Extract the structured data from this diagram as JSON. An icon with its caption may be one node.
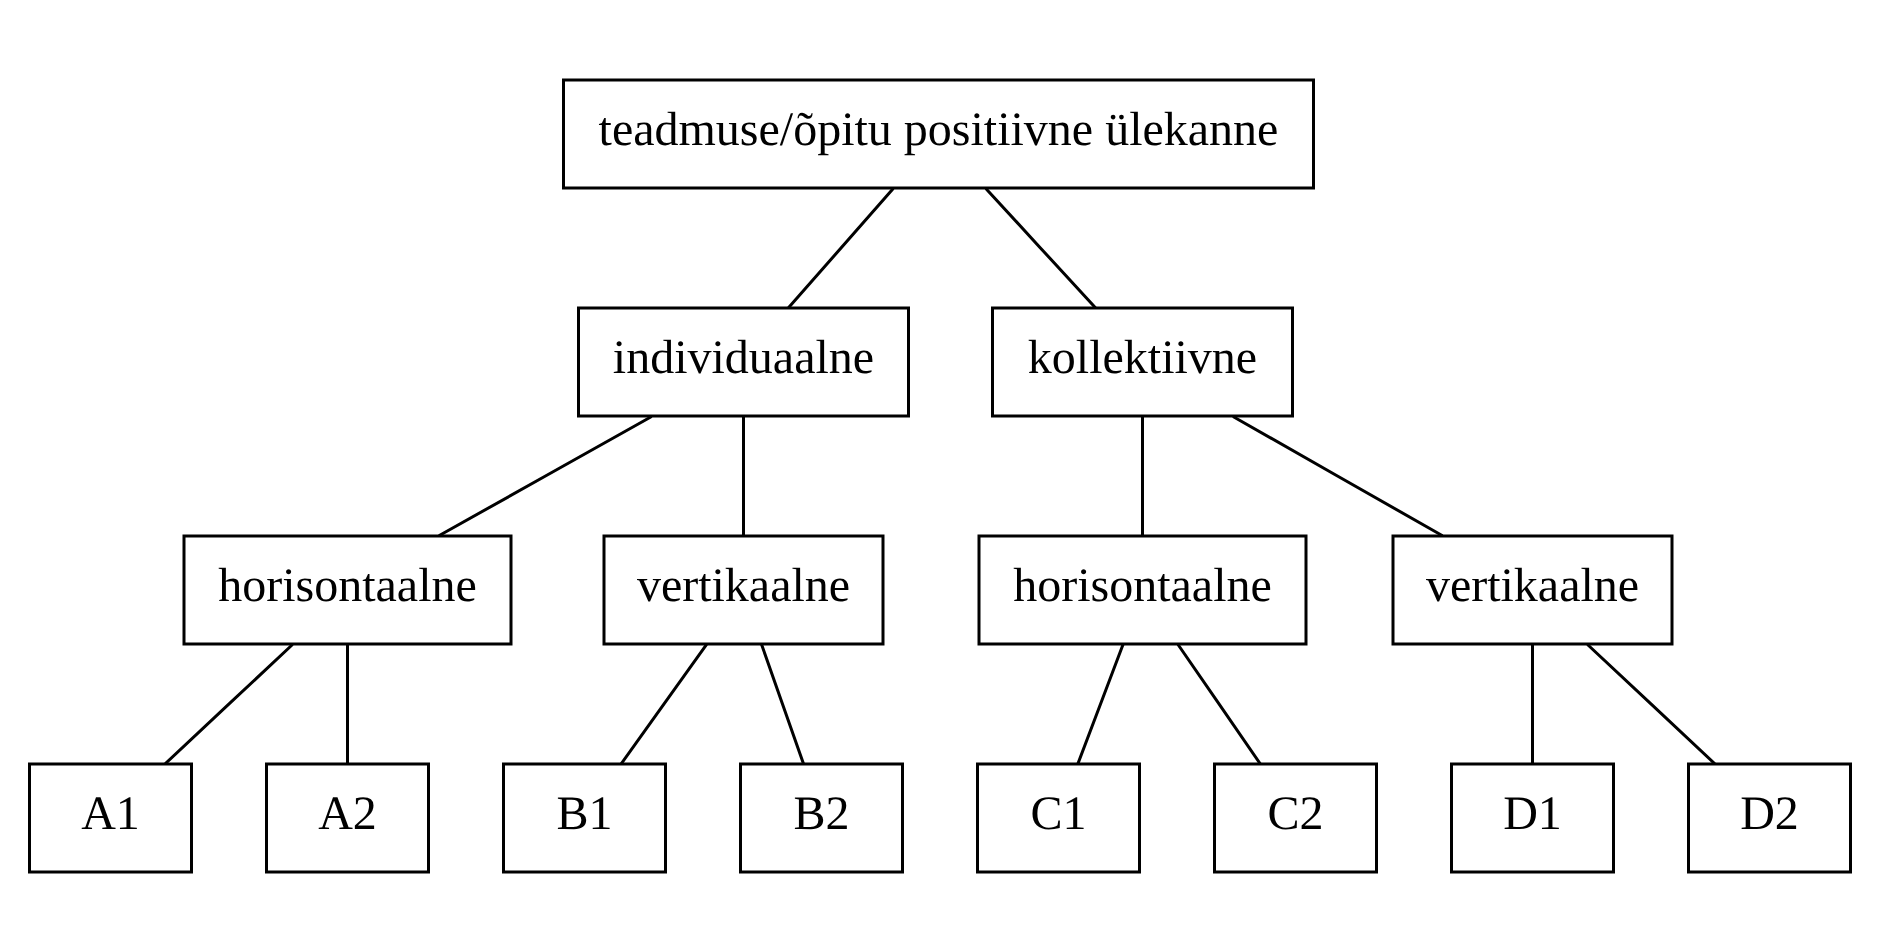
{
  "diagram": {
    "nodes": [
      {
        "text": [
          "teadmuse/õpitu positiivne ülekanne"
        ]
      },
      {
        "text": [
          "individuaalne"
        ]
      },
      {
        "text": [
          "kollektiivne"
        ]
      },
      {
        "text": [
          "horisontaalne"
        ]
      },
      {
        "text": [
          "vertikaalne"
        ]
      },
      {
        "text": [
          "horisontaalne"
        ]
      },
      {
        "text": [
          "vertikaalne"
        ]
      },
      {
        "text": [
          "A1"
        ]
      },
      {
        "text": [
          "A2"
        ]
      },
      {
        "text": [
          "B1"
        ]
      },
      {
        "text": [
          "B2"
        ]
      },
      {
        "text": [
          "C1"
        ]
      },
      {
        "text": [
          "C2"
        ]
      },
      {
        "text": [
          "D1"
        ]
      },
      {
        "text": [
          "D2"
        ]
      }
    ],
    "edges": [
      {
        "from": 0,
        "to": 1,
        "arrow": "none"
      },
      {
        "from": 0,
        "to": 2,
        "arrow": "none"
      },
      {
        "from": 1,
        "to": 3,
        "arrow": "none"
      },
      {
        "from": 1,
        "to": 4,
        "arrow": "none"
      },
      {
        "from": 2,
        "to": 5,
        "arrow": "none"
      },
      {
        "from": 2,
        "to": 6,
        "arrow": "none"
      },
      {
        "from": 3,
        "to": 7,
        "arrow": "none"
      },
      {
        "from": 3,
        "to": 8,
        "arrow": "none"
      },
      {
        "from": 4,
        "to": 9,
        "arrow": "none"
      },
      {
        "from": 4,
        "to": 10,
        "arrow": "none"
      },
      {
        "from": 5,
        "to": 11,
        "arrow": "none"
      },
      {
        "from": 5,
        "to": 12,
        "arrow": "none"
      },
      {
        "from": 6,
        "to": 13,
        "arrow": "none"
      },
      {
        "from": 6,
        "to": 14,
        "arrow": "none"
      }
    ]
  }
}
